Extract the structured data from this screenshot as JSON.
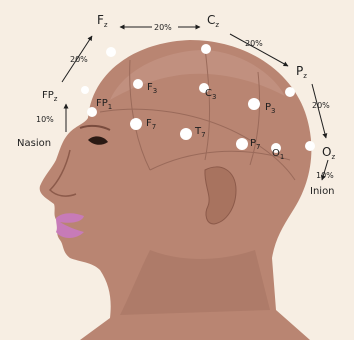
{
  "electrodes": {
    "fz": {
      "base": "F",
      "sub": "z"
    },
    "cz": {
      "base": "C",
      "sub": "z"
    },
    "pz": {
      "base": "P",
      "sub": "z"
    },
    "oz": {
      "base": "O",
      "sub": "z"
    },
    "fpz": {
      "base": "FP",
      "sub": "z"
    },
    "fp1": {
      "base": "FP",
      "sub": "1"
    },
    "f3": {
      "base": "F",
      "sub": "3"
    },
    "f7": {
      "base": "F",
      "sub": "7"
    },
    "c3": {
      "base": "C",
      "sub": "3"
    },
    "t7": {
      "base": "T",
      "sub": "7"
    },
    "p3": {
      "base": "P",
      "sub": "3"
    },
    "p7": {
      "base": "P",
      "sub": "7"
    },
    "o1": {
      "base": "O",
      "sub": "1"
    }
  },
  "landmarks": {
    "nasion": "Nasion",
    "inion": "Inion"
  },
  "spacing": {
    "fz_cz": "20%",
    "cz_pz": "20%",
    "fpz_fz": "20%",
    "pz_oz": "20%",
    "nasion_fpz": "10%",
    "oz_inion": "10%"
  },
  "colors": {
    "background": "#f7eee3",
    "skin": "#b98572",
    "skin_light": "#c9998a",
    "skin_shadow": "#9a6a5a",
    "lips": "#c77bb8",
    "electrode": "#ffffff"
  }
}
